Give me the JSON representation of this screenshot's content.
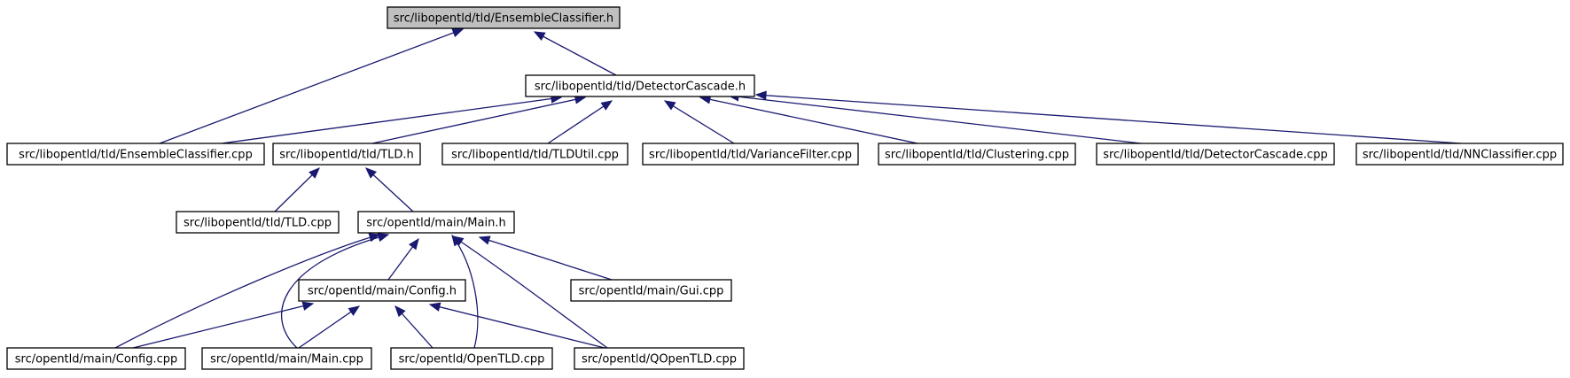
{
  "graph": {
    "nodes": [
      {
        "id": "ensemble_h",
        "label": "src/libopentld/tld/EnsembleClassifier.h",
        "highlight": true
      },
      {
        "id": "detector_h",
        "label": "src/libopentld/tld/DetectorCascade.h"
      },
      {
        "id": "ensemble_cpp",
        "label": "src/libopentld/tld/EnsembleClassifier.cpp"
      },
      {
        "id": "tld_h",
        "label": "src/libopentld/tld/TLD.h"
      },
      {
        "id": "tldutil_cpp",
        "label": "src/libopentld/tld/TLDUtil.cpp"
      },
      {
        "id": "variance_cpp",
        "label": "src/libopentld/tld/VarianceFilter.cpp"
      },
      {
        "id": "clustering_cpp",
        "label": "src/libopentld/tld/Clustering.cpp"
      },
      {
        "id": "detector_cpp",
        "label": "src/libopentld/tld/DetectorCascade.cpp"
      },
      {
        "id": "nnclassifier_cpp",
        "label": "src/libopentld/tld/NNClassifier.cpp"
      },
      {
        "id": "tld_cpp",
        "label": "src/libopentld/tld/TLD.cpp"
      },
      {
        "id": "main_h",
        "label": "src/opentld/main/Main.h"
      },
      {
        "id": "config_h",
        "label": "src/opentld/main/Config.h"
      },
      {
        "id": "gui_cpp",
        "label": "src/opentld/main/Gui.cpp"
      },
      {
        "id": "config_cpp",
        "label": "src/opentld/main/Config.cpp"
      },
      {
        "id": "main_cpp",
        "label": "src/opentld/main/Main.cpp"
      },
      {
        "id": "opentld_cpp",
        "label": "src/opentld/OpenTLD.cpp"
      },
      {
        "id": "qopentld_cpp",
        "label": "src/opentld/QOpenTLD.cpp"
      }
    ],
    "edges": [
      {
        "from": "ensemble_cpp",
        "to": "ensemble_h"
      },
      {
        "from": "detector_h",
        "to": "ensemble_h"
      },
      {
        "from": "ensemble_cpp",
        "to": "detector_h"
      },
      {
        "from": "tld_h",
        "to": "detector_h"
      },
      {
        "from": "tldutil_cpp",
        "to": "detector_h"
      },
      {
        "from": "variance_cpp",
        "to": "detector_h"
      },
      {
        "from": "clustering_cpp",
        "to": "detector_h"
      },
      {
        "from": "detector_cpp",
        "to": "detector_h"
      },
      {
        "from": "nnclassifier_cpp",
        "to": "detector_h"
      },
      {
        "from": "tld_cpp",
        "to": "tld_h"
      },
      {
        "from": "main_h",
        "to": "tld_h"
      },
      {
        "from": "config_cpp",
        "to": "main_h"
      },
      {
        "from": "main_cpp",
        "to": "main_h"
      },
      {
        "from": "config_h",
        "to": "main_h"
      },
      {
        "from": "opentld_cpp",
        "to": "main_h"
      },
      {
        "from": "qopentld_cpp",
        "to": "main_h"
      },
      {
        "from": "gui_cpp",
        "to": "main_h"
      },
      {
        "from": "config_cpp",
        "to": "config_h"
      },
      {
        "from": "main_cpp",
        "to": "config_h"
      },
      {
        "from": "opentld_cpp",
        "to": "config_h"
      },
      {
        "from": "qopentld_cpp",
        "to": "config_h"
      }
    ],
    "colors": {
      "edge": "#191970",
      "root_fill": "#bfbfbf",
      "node_fill": "#ffffff",
      "node_border": "#000000"
    }
  }
}
